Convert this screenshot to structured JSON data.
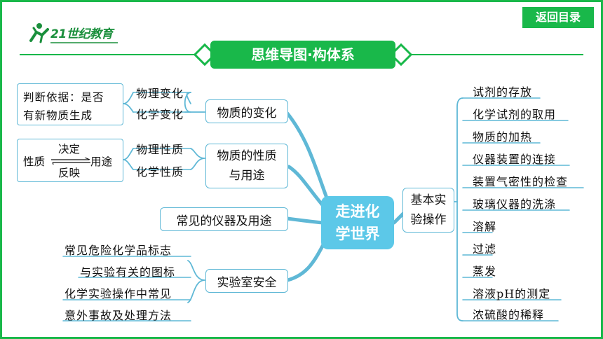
{
  "nav": {
    "back_label": "返回目录",
    "logo_text": "21世纪教育"
  },
  "title": "思维导图·构体系",
  "center": {
    "line1": "走进化",
    "line2": "学世界"
  },
  "branch_change": {
    "label": "物质的变化",
    "items": [
      "物理变化",
      "化学变化"
    ],
    "basis_line1": "判断依据：是否",
    "basis_line2": "有新物质生成"
  },
  "branch_property": {
    "label_line1": "物质的性质",
    "label_line2": "与用途",
    "items": [
      "物理性质",
      "化学性质"
    ],
    "relation": {
      "left": "性质",
      "right": "用途",
      "top": "决定",
      "bottom": "反映"
    }
  },
  "branch_instruments": {
    "label": "常见的仪器及用途"
  },
  "branch_safety": {
    "label": "实验室安全",
    "items": [
      "常见危险化学品标志",
      "与实验有关的图标",
      "化学实验操作中常见",
      "意外事故及处理方法"
    ]
  },
  "branch_operations": {
    "label_line1": "基本实",
    "label_line2": "验操作",
    "items": [
      "试剂的存放",
      "化学试剂的取用",
      "物质的加热",
      "仪器装置的连接",
      "装置气密性的检查",
      "玻璃仪器的洗涤",
      "溶解",
      "过滤",
      "蒸发",
      "溶液pH的测定",
      "浓硫酸的稀释"
    ]
  },
  "colors": {
    "accent_green": "#19b84a",
    "center_blue": "#5cc8e8",
    "line_blue": "#5fb8d6"
  }
}
